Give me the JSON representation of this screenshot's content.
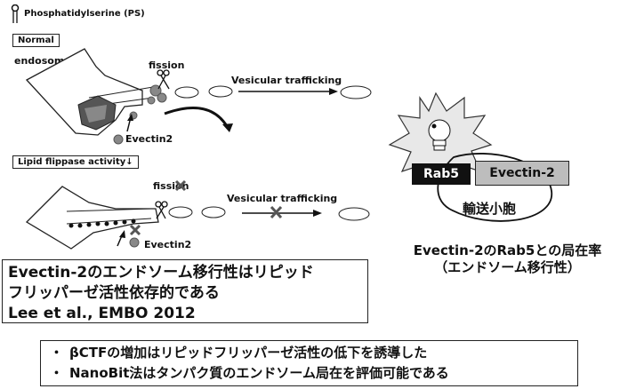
{
  "legend": {
    "ps_label": "Phosphatidylserine (PS)"
  },
  "normal_panel": {
    "header": "Normal",
    "endosome_label": "endosome",
    "fission_label": "fission",
    "trafficking_label": "Vesicular trafficking",
    "evectin_label": "Evectin2"
  },
  "lipid_panel": {
    "header": "Lipid flippase activity↓",
    "fission_label": "fission",
    "trafficking_label": "Vesicular trafficking",
    "evectin_label": "Evectin2"
  },
  "right_panel": {
    "rab5_label": "Rab5",
    "evectin_label": "Evectin-2",
    "vesicle_label": "輸送小胞",
    "caption_line1": "Evectin-2のRab5との局在率",
    "caption_line2": "（エンドソーム移行性）"
  },
  "summary_box": {
    "line1": "Evectin-2のエンドソーム移行性はリピッド",
    "line2": "フリッパーゼ活性依存的である",
    "line3": "Lee et al., EMBO 2012"
  },
  "bullets": [
    "βCTFの増加はリピッドフリッパーゼ活性の低下を誘導した",
    "NanoBit法はタンパク質のエンドソーム局在を評価可能である"
  ],
  "bullet_marker": "・"
}
